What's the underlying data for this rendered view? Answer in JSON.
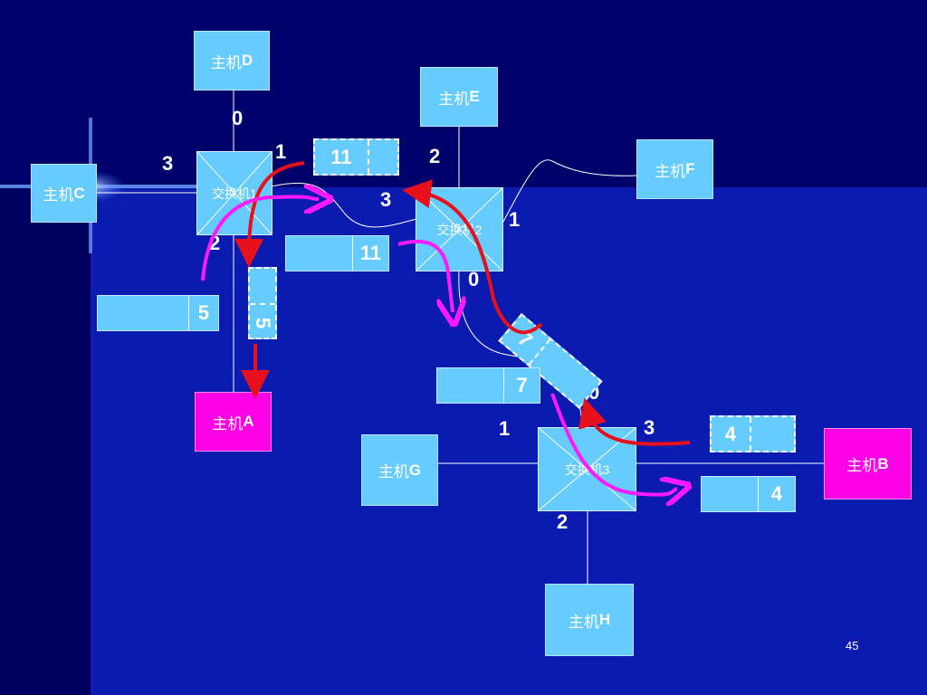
{
  "hosts": {
    "A": {
      "prefix": "主机",
      "name": "A"
    },
    "B": {
      "prefix": "主机",
      "name": "B"
    },
    "C": {
      "prefix": "主机",
      "name": "C"
    },
    "D": {
      "prefix": "主机",
      "name": "D"
    },
    "E": {
      "prefix": "主机",
      "name": "E"
    },
    "F": {
      "prefix": "主机",
      "name": "F"
    },
    "G": {
      "prefix": "主机",
      "name": "G"
    },
    "H": {
      "prefix": "主机",
      "name": "H"
    }
  },
  "switches": {
    "s1": {
      "label": "交换机1"
    },
    "s2": {
      "label": "交换机2"
    },
    "s3": {
      "label": "交换机3"
    }
  },
  "ports": {
    "s1": {
      "p0": "0",
      "p1": "1",
      "p2": "2",
      "p3": "3"
    },
    "s2": {
      "p0": "0",
      "p1": "1",
      "p2": "2",
      "p3": "3"
    },
    "s3": {
      "p0": "0",
      "p1": "1",
      "p2": "2",
      "p3": "3"
    }
  },
  "table_entries": {
    "s1_in": {
      "value": "11"
    },
    "s1_out": {
      "value": "5"
    },
    "s1_tbl": {
      "value": "5"
    },
    "s2_tbl": {
      "value": "11"
    },
    "s2_out": {
      "value": "7"
    },
    "s3_tbl": {
      "value": "7"
    },
    "s3_in": {
      "value": "4"
    },
    "s3_out": {
      "value": "4"
    }
  },
  "colors": {
    "host": "#66ccff",
    "destination_host": "#ff00e6",
    "request_arrow": "#e8101a",
    "reply_arrow": "#ff19ff",
    "background": "#000066",
    "panel": "#0b1bb0"
  },
  "page_number": "45"
}
